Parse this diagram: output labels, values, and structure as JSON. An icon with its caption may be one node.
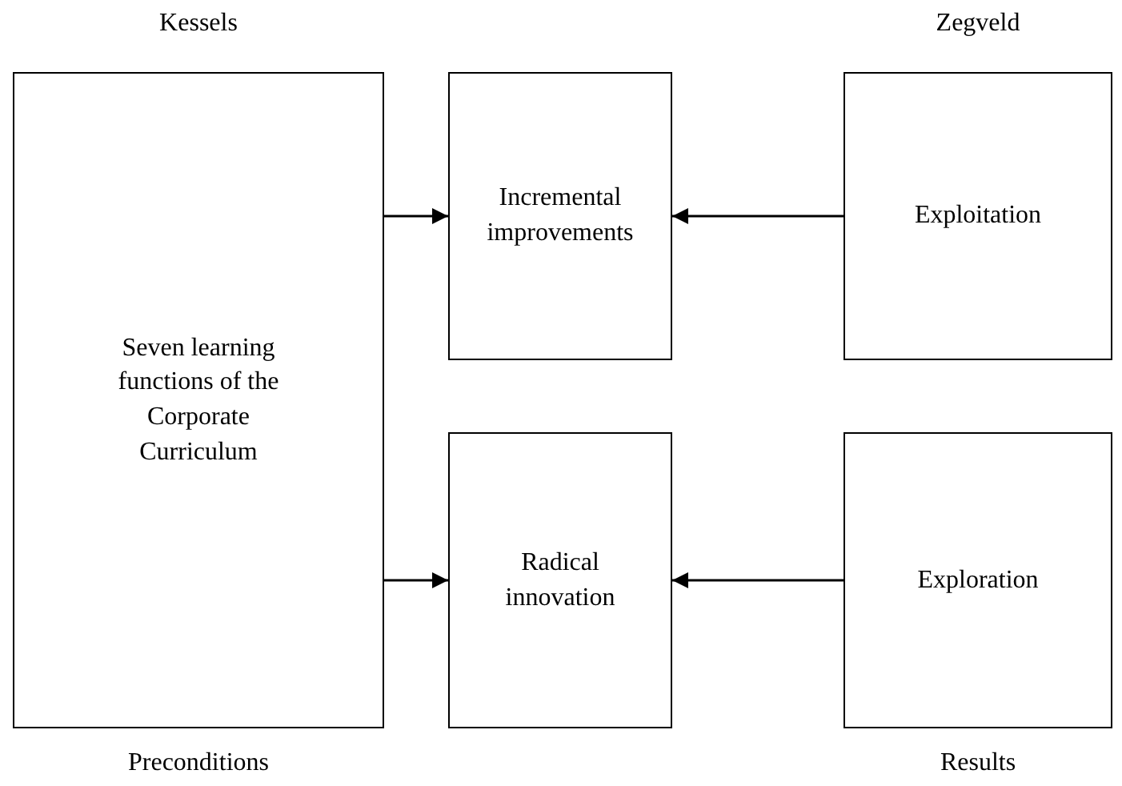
{
  "diagram": {
    "nodes": [
      {
        "text": [
          "Seven learning functions of the Corporate Curriculum"
        ],
        "beside": [
          "Kessels",
          "Preconditions"
        ]
      },
      {
        "text": [
          "Incremental improvements"
        ]
      },
      {
        "text": [
          "Exploitation"
        ],
        "beside": [
          "Zegveld"
        ]
      },
      {
        "text": [
          "Radical innovation"
        ]
      },
      {
        "text": [
          "Exploration"
        ],
        "beside": [
          "Results"
        ]
      }
    ],
    "edges": [
      {
        "from": 0,
        "to": 1,
        "arrow": "to"
      },
      {
        "from": 2,
        "to": 1,
        "arrow": "to"
      },
      {
        "from": 0,
        "to": 3,
        "arrow": "to"
      },
      {
        "from": 4,
        "to": 3,
        "arrow": "to"
      }
    ]
  }
}
